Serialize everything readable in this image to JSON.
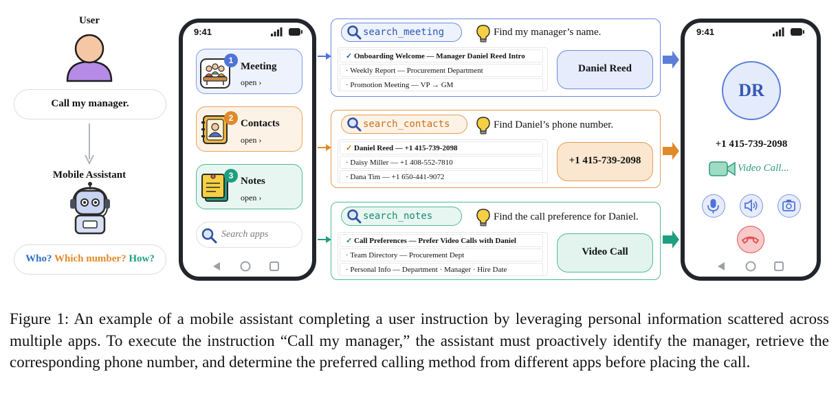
{
  "left": {
    "user_label": "User",
    "user_message": "Call my manager.",
    "assistant_label": "Mobile Assistant",
    "questions": [
      "Who?",
      "Which number?",
      "How?"
    ]
  },
  "phone_left": {
    "time": "9:41",
    "apps": [
      {
        "badge": "1",
        "name": "Meeting",
        "open": "open ›",
        "color": "#4f73d6"
      },
      {
        "badge": "2",
        "name": "Contacts",
        "open": "open ›",
        "color": "#e08a2a"
      },
      {
        "badge": "3",
        "name": "Notes",
        "open": "open ›",
        "color": "#1f9e80"
      }
    ],
    "search_placeholder": "Search apps"
  },
  "panels": [
    {
      "tool": "search_meeting",
      "goal": "Find my manager’s name.",
      "rows": [
        {
          "mark": "✓",
          "text": "Onboarding Welcome — Manager Daniel Reed Intro"
        },
        {
          "mark": "·",
          "text": "Weekly Report — Procurement Department"
        },
        {
          "mark": "·",
          "text": "Promotion Meeting — VP → GM"
        }
      ],
      "result": "Daniel Reed",
      "color": "#4f73d6"
    },
    {
      "tool": "search_contacts",
      "goal": "Find Daniel’s phone number.",
      "rows": [
        {
          "mark": "✓",
          "text": "Daniel Reed — +1 415-739-2098"
        },
        {
          "mark": "·",
          "text": "Daisy Miller — +1 408-552-7810"
        },
        {
          "mark": "·",
          "text": "Dana Tim — +1 650-441-9072"
        }
      ],
      "result": "+1 415-739-2098",
      "color": "#e08a2a"
    },
    {
      "tool": "search_notes",
      "goal": "Find the call preference for Daniel.",
      "rows": [
        {
          "mark": "✓",
          "text": "Call Preferences — Prefer Video Calls with Daniel"
        },
        {
          "mark": "·",
          "text": "Team Directory — Procurement Dept"
        },
        {
          "mark": "·",
          "text": "Personal Info — Department · Manager · Hire Date"
        }
      ],
      "result": "Video Call",
      "color": "#1f9e80"
    }
  ],
  "phone_right": {
    "time": "9:41",
    "initials": "DR",
    "number": "+1 415-739-2098",
    "video_label": "Video Call..."
  },
  "caption": "Figure 1: An example of a mobile assistant completing a user instruction by leveraging personal information scattered across multiple apps. To execute the instruction “Call my manager,” the assistant must proactively identify the manager, retrieve the corresponding phone number, and determine the preferred calling method from different apps before placing the call."
}
